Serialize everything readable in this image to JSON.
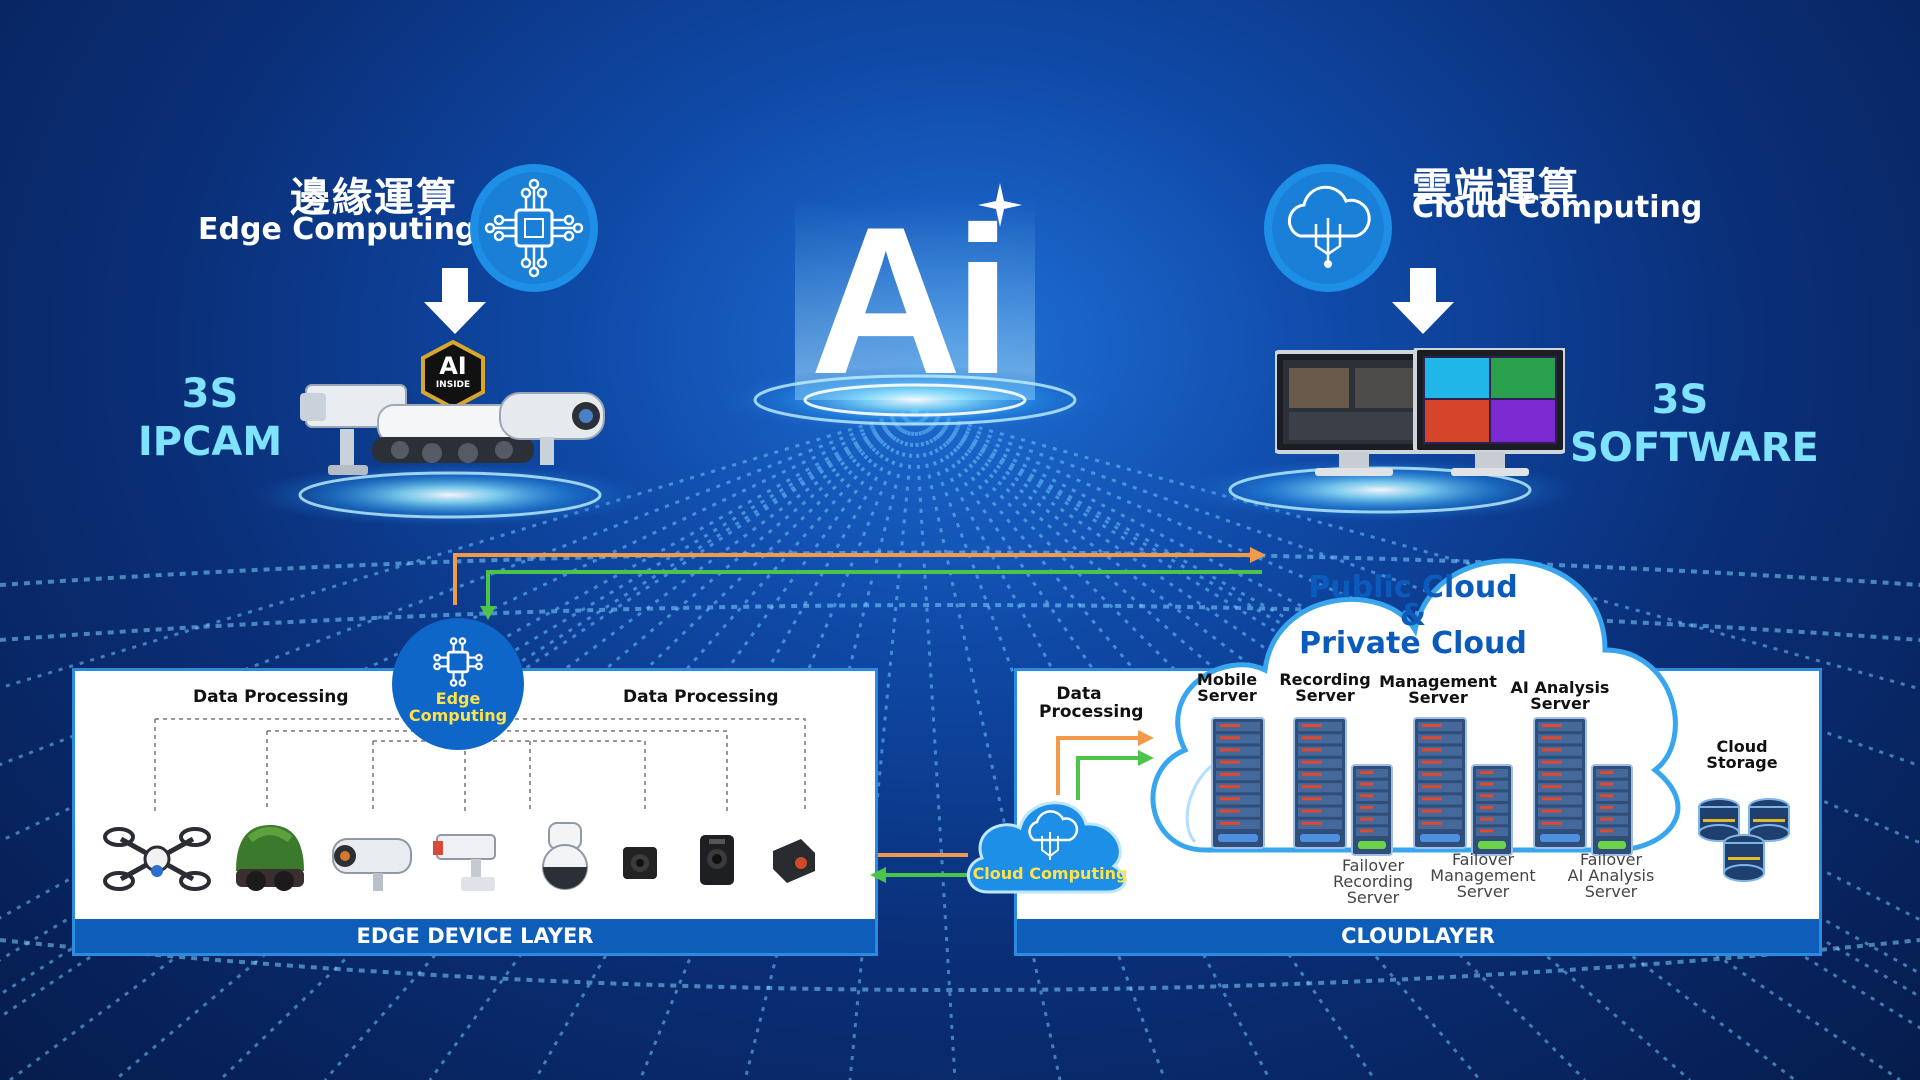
{
  "ai_logo": "Ai",
  "edge": {
    "title_cn": "邊緣運算",
    "title_en": "Edge Computing",
    "chip_badge_top": "AI",
    "chip_badge_bottom": "INSIDE",
    "product_line1": "3S",
    "product_line2": "IPCAM"
  },
  "cloud": {
    "title_cn": "雲端運算",
    "title_en": "Cloud Computing",
    "product_line1": "3S",
    "product_line2": "SOFTWARE"
  },
  "edge_layer": {
    "footer": "EDGE DEVICE LAYER",
    "left_label": "Data Processing",
    "right_label": "Data Processing",
    "hub_line1": "Edge",
    "hub_line2": "Computing",
    "devices": [
      "drone-icon",
      "helmet-camera-icon",
      "bullet-camera-icon",
      "box-camera-icon",
      "ptz-dome-camera-icon",
      "cube-camera-icon",
      "body-camera-icon",
      "mini-camera-icon"
    ]
  },
  "cloud_layer": {
    "footer": "CLOUDLAYER",
    "data_processing_line1": "Data",
    "data_processing_line2": "Processing",
    "connector_cloud": "Cloud Computing",
    "cloud_title_line1": "Public Cloud",
    "cloud_title_line2": "&",
    "cloud_title_line3": "Private Cloud",
    "servers": [
      {
        "line1": "Mobile",
        "line2": "Server"
      },
      {
        "line1": "Recording",
        "line2": "Server"
      },
      {
        "line1": "Management",
        "line2": "Server"
      },
      {
        "line1": "AI Analysis",
        "line2": "Server"
      }
    ],
    "failover": [
      {
        "line1": "Failover",
        "line2": "Recording",
        "line3": "Server"
      },
      {
        "line1": "Failover",
        "line2": "Management",
        "line3": "Server"
      },
      {
        "line1": "Failover",
        "line2": "AI Analysis",
        "line3": "Server"
      }
    ],
    "storage_line1": "Cloud",
    "storage_line2": "Storage"
  },
  "colors": {
    "accent_blue": "#0d5db9",
    "cyan": "#7fe3ff",
    "orange_arrow": "#f2994a",
    "green_arrow": "#4cc44a",
    "server_red": "#e0492f"
  }
}
